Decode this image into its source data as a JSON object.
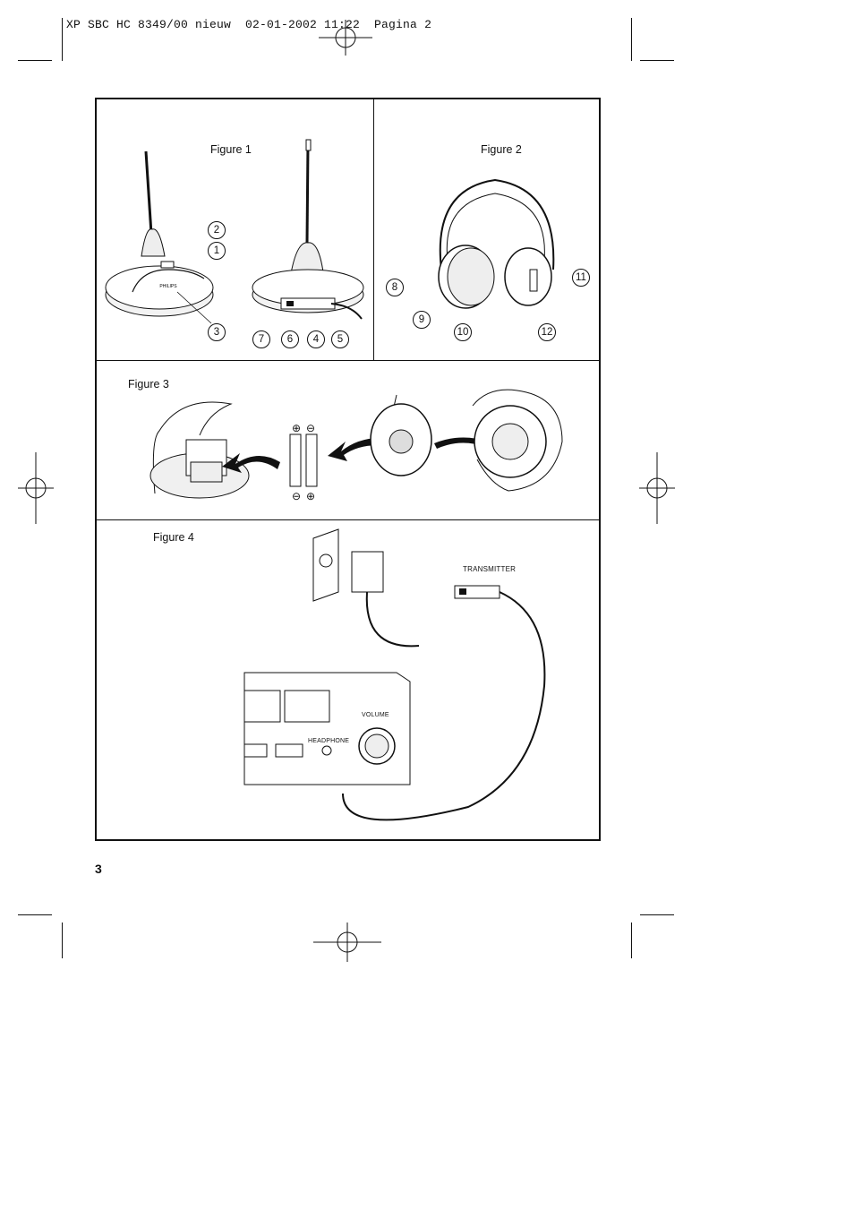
{
  "header": {
    "text": "XP SBC HC 8349/00 nieuw  02-01-2002 11:22  Pagina 2"
  },
  "figure1": {
    "label": "Figure 1",
    "brand": "PHILIPS",
    "callouts": [
      "2",
      "1",
      "3",
      "7",
      "6",
      "4",
      "5"
    ]
  },
  "figure2": {
    "label": "Figure 2",
    "callouts": [
      "8",
      "9",
      "10",
      "11",
      "12"
    ]
  },
  "figure3": {
    "label": "Figure 3",
    "battery_symbols": [
      "⊕",
      "⊖",
      "⊖",
      "⊕"
    ]
  },
  "figure4": {
    "label": "Figure 4",
    "transmitter_label": "TRANSMITTER",
    "volume_label": "VOLUME",
    "headphone_label": "HEADPHONE"
  },
  "page_number": "3"
}
